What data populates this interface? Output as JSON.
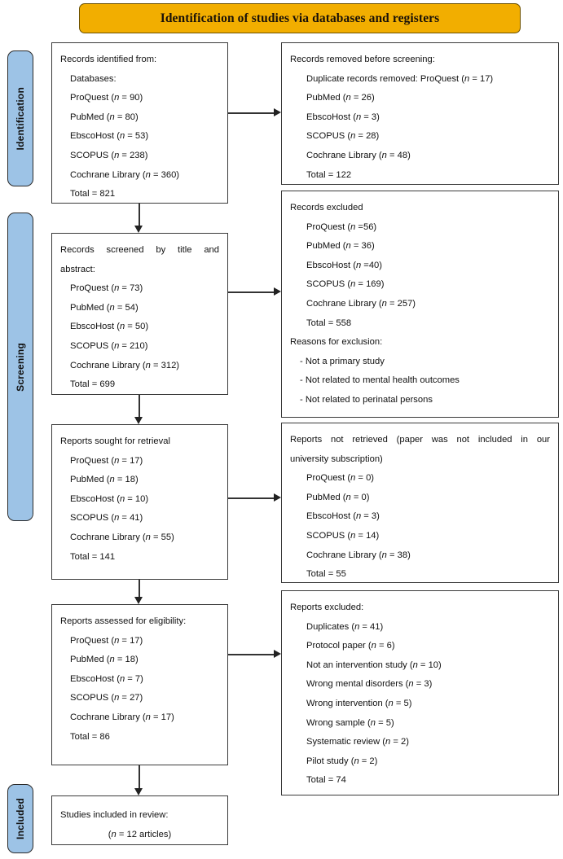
{
  "banner": {
    "title": "Identification of studies via databases and registers",
    "color": "#F2AE00"
  },
  "stages": [
    {
      "id": "identification",
      "label": "Identification",
      "color": "#9DC3E6"
    },
    {
      "id": "screening",
      "label": "Screening",
      "color": "#9DC3E6"
    },
    {
      "id": "included",
      "label": "Included",
      "color": "#9DC3E6"
    }
  ],
  "boxes": {
    "identified": {
      "heading": "Records identified from:",
      "subheading": "Databases:",
      "lines": [
        "ProQuest (n = 90)",
        "PubMed (n = 80)",
        "EbscoHost (n = 53)",
        "SCOPUS (n = 238)",
        "Cochrane Library (n = 360)"
      ],
      "total": "Total = 821"
    },
    "removed": {
      "heading": "Records removed before screening:",
      "lines": [
        "Duplicate records removed:   ProQuest (n = 17)",
        "PubMed (n = 26)",
        "EbscoHost (n = 3)",
        "SCOPUS (n = 28)",
        "Cochrane Library (n = 48)"
      ],
      "total": "Total = 122"
    },
    "screened": {
      "heading": "Records screened by title and",
      "heading2": "abstract:",
      "lines": [
        "ProQuest (n = 73)",
        "PubMed (n = 54)",
        "EbscoHost (n = 50)",
        "SCOPUS (n = 210)",
        "Cochrane Library (n = 312)"
      ],
      "total": "Total = 699"
    },
    "records_excluded": {
      "heading": "Records excluded",
      "lines": [
        "ProQuest (n =56)",
        "PubMed (n = 36)",
        "EbscoHost (n =40)",
        "SCOPUS (n = 169)",
        "Cochrane Library (n = 257)"
      ],
      "total": "Total = 558",
      "reasons_heading": "Reasons for exclusion:",
      "reasons": [
        "-  Not a primary study",
        "-  Not related to mental health outcomes",
        "-  Not related to perinatal persons"
      ]
    },
    "sought": {
      "heading": "Reports sought for retrieval",
      "lines": [
        "ProQuest (n = 17)",
        "PubMed (n = 18)",
        "EbscoHost (n = 10)",
        "SCOPUS (n = 41)",
        "Cochrane Library (n = 55)"
      ],
      "total": "Total = 141"
    },
    "not_retrieved": {
      "heading": "Reports not retrieved (paper was not included in our",
      "heading2": "university subscription)",
      "lines": [
        "ProQuest (n = 0)",
        "PubMed (n = 0)",
        "EbscoHost (n = 3)",
        "SCOPUS (n = 14)",
        "Cochrane Library (n = 38)"
      ],
      "total": "Total = 55"
    },
    "assessed": {
      "heading": "Reports assessed for eligibility:",
      "lines": [
        "ProQuest (n = 17)",
        "PubMed (n = 18)",
        "EbscoHost (n = 7)",
        "SCOPUS (n = 27)",
        "Cochrane Library (n = 17)"
      ],
      "total": "Total = 86"
    },
    "reports_excluded": {
      "heading": "Reports excluded:",
      "lines": [
        "Duplicates (n = 41)",
        "Protocol paper (n = 6)",
        "Not an intervention study (n = 10)",
        "Wrong mental disorders (n = 3)",
        "Wrong intervention (n = 5)",
        "Wrong sample (n = 5)",
        "Systematic review (n = 2)",
        "Pilot study (n = 2)"
      ],
      "total": "Total = 74"
    },
    "included": {
      "heading": "Studies included in review:",
      "count": "(n = 12 articles)"
    }
  }
}
